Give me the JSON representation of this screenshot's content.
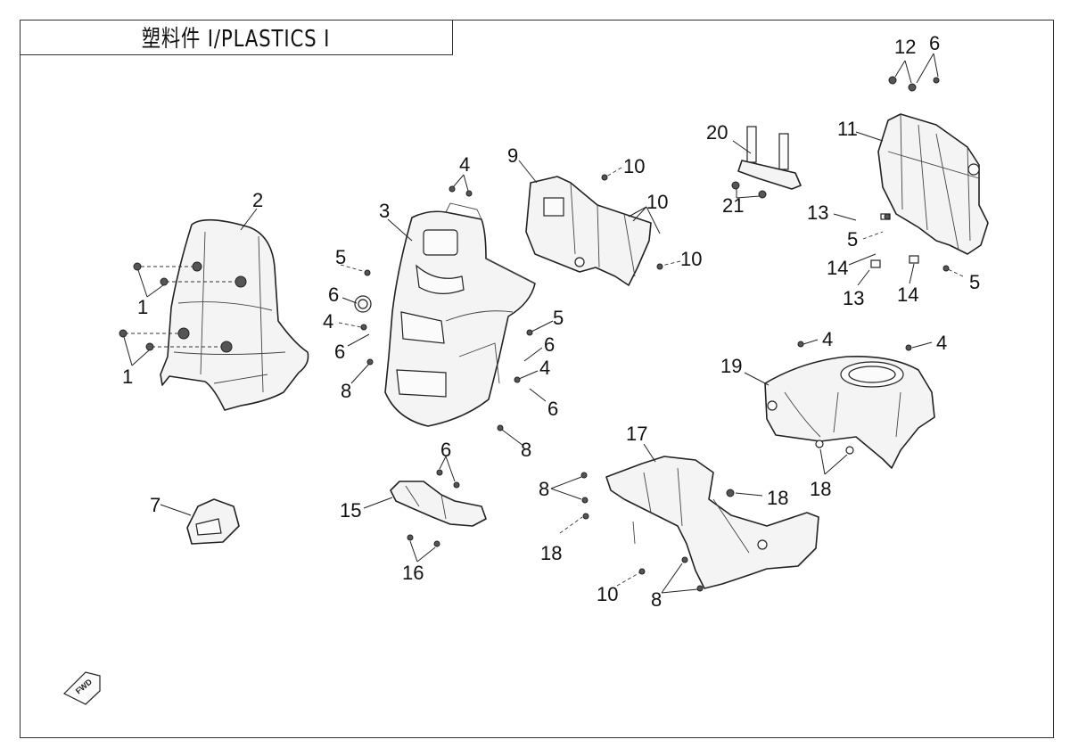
{
  "title": "塑料件 Ⅰ/PLASTICS Ⅰ",
  "fwd_label": "FWD",
  "callouts": [
    {
      "id": "c1a",
      "text": "1"
    },
    {
      "id": "c1b",
      "text": "1"
    },
    {
      "id": "c2",
      "text": "2"
    },
    {
      "id": "c3",
      "text": "3"
    },
    {
      "id": "c4a",
      "text": "4"
    },
    {
      "id": "c4b",
      "text": "4"
    },
    {
      "id": "c4c",
      "text": "4"
    },
    {
      "id": "c4d",
      "text": "4"
    },
    {
      "id": "c4e",
      "text": "4"
    },
    {
      "id": "c5a",
      "text": "5"
    },
    {
      "id": "c5b",
      "text": "5"
    },
    {
      "id": "c5c",
      "text": "5"
    },
    {
      "id": "c5d",
      "text": "5"
    },
    {
      "id": "c6a",
      "text": "6"
    },
    {
      "id": "c6b",
      "text": "6"
    },
    {
      "id": "c6c",
      "text": "6"
    },
    {
      "id": "c6d",
      "text": "6"
    },
    {
      "id": "c6e",
      "text": "6"
    },
    {
      "id": "c6f",
      "text": "6"
    },
    {
      "id": "c7",
      "text": "7"
    },
    {
      "id": "c8a",
      "text": "8"
    },
    {
      "id": "c8b",
      "text": "8"
    },
    {
      "id": "c8c",
      "text": "8"
    },
    {
      "id": "c8d",
      "text": "8"
    },
    {
      "id": "c9",
      "text": "9"
    },
    {
      "id": "c10a",
      "text": "10"
    },
    {
      "id": "c10b",
      "text": "10"
    },
    {
      "id": "c10c",
      "text": "10"
    },
    {
      "id": "c10d",
      "text": "10"
    },
    {
      "id": "c11",
      "text": "11"
    },
    {
      "id": "c12",
      "text": "12"
    },
    {
      "id": "c13a",
      "text": "13"
    },
    {
      "id": "c13b",
      "text": "13"
    },
    {
      "id": "c14a",
      "text": "14"
    },
    {
      "id": "c14b",
      "text": "14"
    },
    {
      "id": "c15",
      "text": "15"
    },
    {
      "id": "c16",
      "text": "16"
    },
    {
      "id": "c17",
      "text": "17"
    },
    {
      "id": "c18a",
      "text": "18"
    },
    {
      "id": "c18b",
      "text": "18"
    },
    {
      "id": "c18c",
      "text": "18"
    },
    {
      "id": "c19",
      "text": "19"
    },
    {
      "id": "c20",
      "text": "20"
    },
    {
      "id": "c21",
      "text": "21"
    }
  ]
}
